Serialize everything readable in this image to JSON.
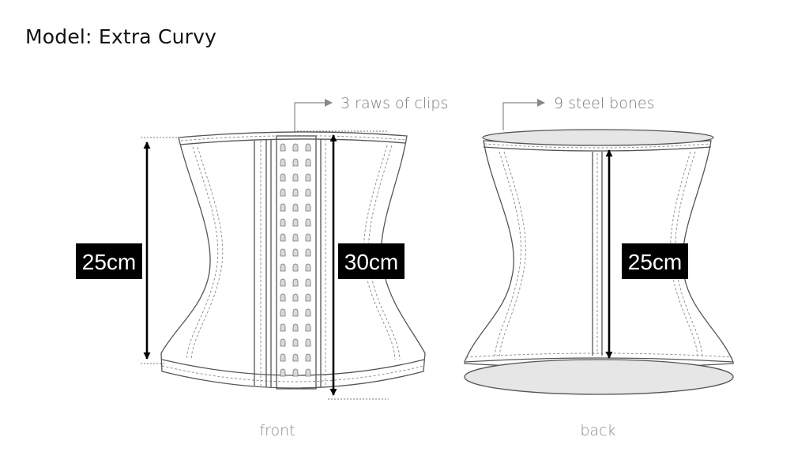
{
  "title": "Model: Extra Curvy",
  "front": {
    "view_label": "front",
    "callout": "3 raws of clips",
    "dim_left": "25cm",
    "dim_right": "30cm"
  },
  "back": {
    "view_label": "back",
    "callout": "9 steel bones",
    "dim": "25cm"
  },
  "colors": {
    "ink": "#000000",
    "outline": "#555555",
    "fill_ellipse": "#e6e6e6",
    "callout": "#7a7a7a"
  }
}
